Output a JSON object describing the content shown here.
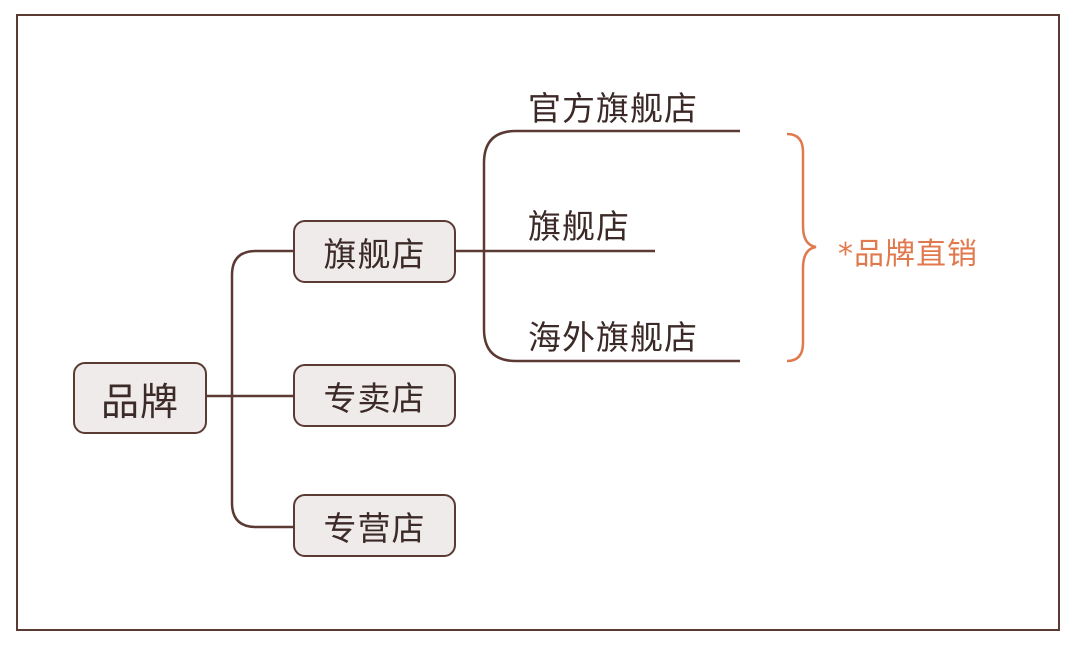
{
  "diagram": {
    "root": {
      "label": "品牌"
    },
    "children": [
      {
        "label": "旗舰店"
      },
      {
        "label": "专卖店"
      },
      {
        "label": "专营店"
      }
    ],
    "leaves": [
      {
        "label": "官方旗舰店"
      },
      {
        "label": "旗舰店"
      },
      {
        "label": "海外旗舰店"
      }
    ],
    "note": {
      "label": "*品牌直销"
    }
  },
  "colors": {
    "line": "#5a3a33",
    "node_fill": "#efebea",
    "accent": "#e07a4e"
  }
}
